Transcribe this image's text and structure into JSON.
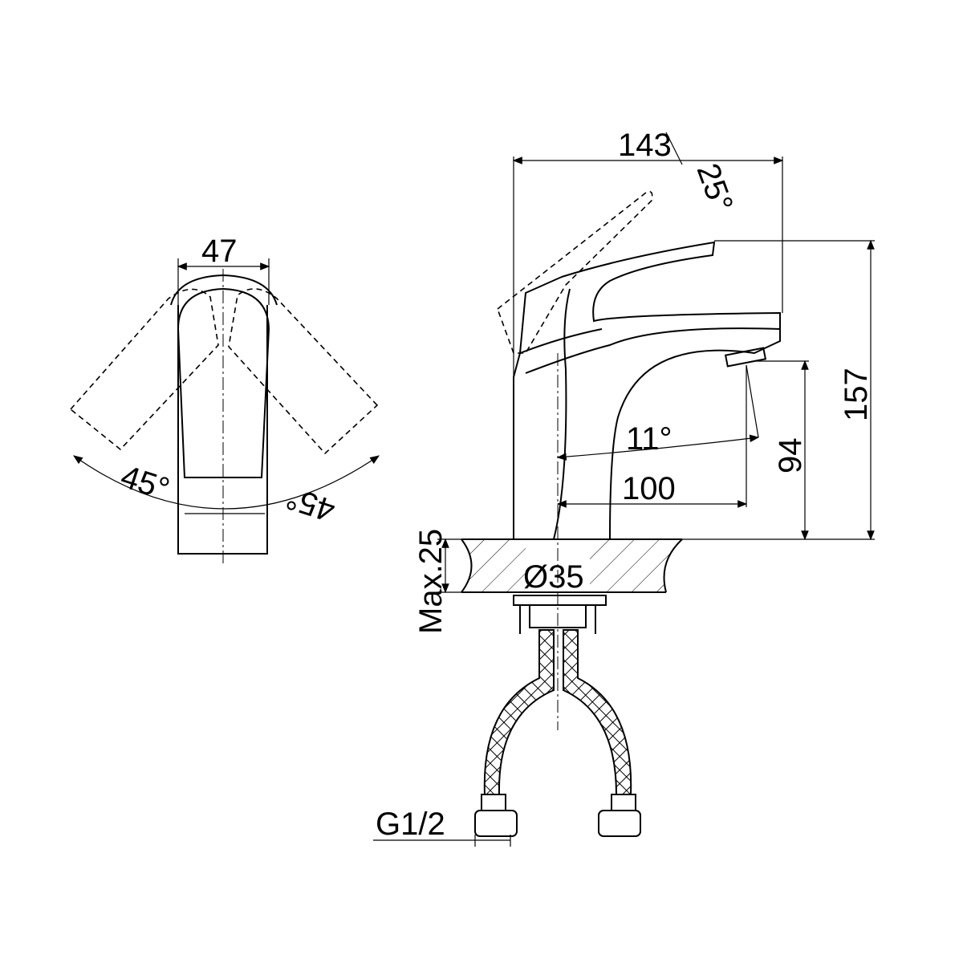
{
  "front_view": {
    "width_label": "47",
    "angle_left_label": "45°",
    "angle_right_label": "45°"
  },
  "side_view": {
    "length_label": "143",
    "lever_angle_label": "25°",
    "height_label": "157",
    "spout_angle_label": "11°",
    "spout_height_label": "94",
    "reach_label": "100",
    "counter_thickness_label": "Max.25",
    "hole_diameter_label": "Ø35",
    "connection_label": "G1/2"
  }
}
